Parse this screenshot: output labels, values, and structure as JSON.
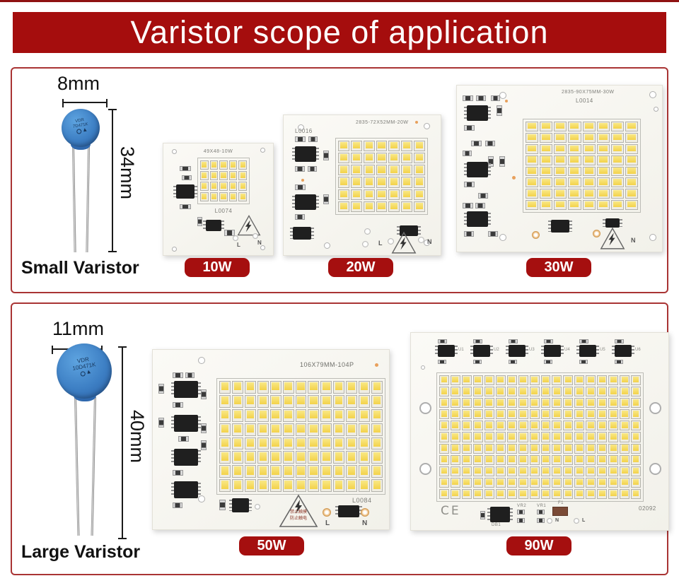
{
  "header": {
    "title": "Varistor scope of application"
  },
  "colors": {
    "accent_red": "#a50d0d",
    "panel_border": "#a93434",
    "led_yellow": "#f3d24a",
    "varistor_blue": "#3d7fc4"
  },
  "panels": [
    {
      "varistor": {
        "name": "Small Varistor",
        "diameter_label": "8mm",
        "height_label": "34mm",
        "marking_line1": "VDR",
        "marking_line2": "7D471K"
      },
      "boards": [
        {
          "title": "49X48-10W",
          "code": "L0074",
          "watt": "10W",
          "led_cols": 5,
          "led_rows": 4,
          "terminal_l": "L",
          "terminal_n": "N"
        },
        {
          "title": "2835-72X52MM-20W",
          "code": "L0016",
          "watt": "20W",
          "led_cols": 7,
          "led_rows": 6,
          "terminal_l": "L",
          "terminal_n": "N"
        },
        {
          "title": "2835-90X75MM-30W",
          "code": "L0014",
          "watt": "30W",
          "led_cols": 8,
          "led_rows": 8,
          "terminal_n": "N"
        }
      ]
    },
    {
      "varistor": {
        "name": "Large Varistor",
        "diameter_label": "11mm",
        "height_label": "40mm",
        "marking_line1": "VDR",
        "marking_line2": "10D471K"
      },
      "boards": [
        {
          "title": "106X79MM-104P",
          "code": "L0084",
          "watt": "50W",
          "led_cols": 13,
          "led_rows": 8,
          "warning_line1": "禁止触摸",
          "warning_line2": "防止触电",
          "terminal_l": "L",
          "terminal_n": "N"
        },
        {
          "code": "02092",
          "watt": "90W",
          "led_cols": 18,
          "led_rows": 11,
          "ce_mark": "CE",
          "ic_labels": [
            "U1",
            "U2",
            "U3",
            "U4",
            "U5",
            "U6"
          ],
          "labels": {
            "db1": "DB1",
            "vr2": "VR2",
            "vr1": "VR1",
            "f1": "F1"
          },
          "terminal_l": "L",
          "terminal_n": "N"
        }
      ]
    }
  ]
}
